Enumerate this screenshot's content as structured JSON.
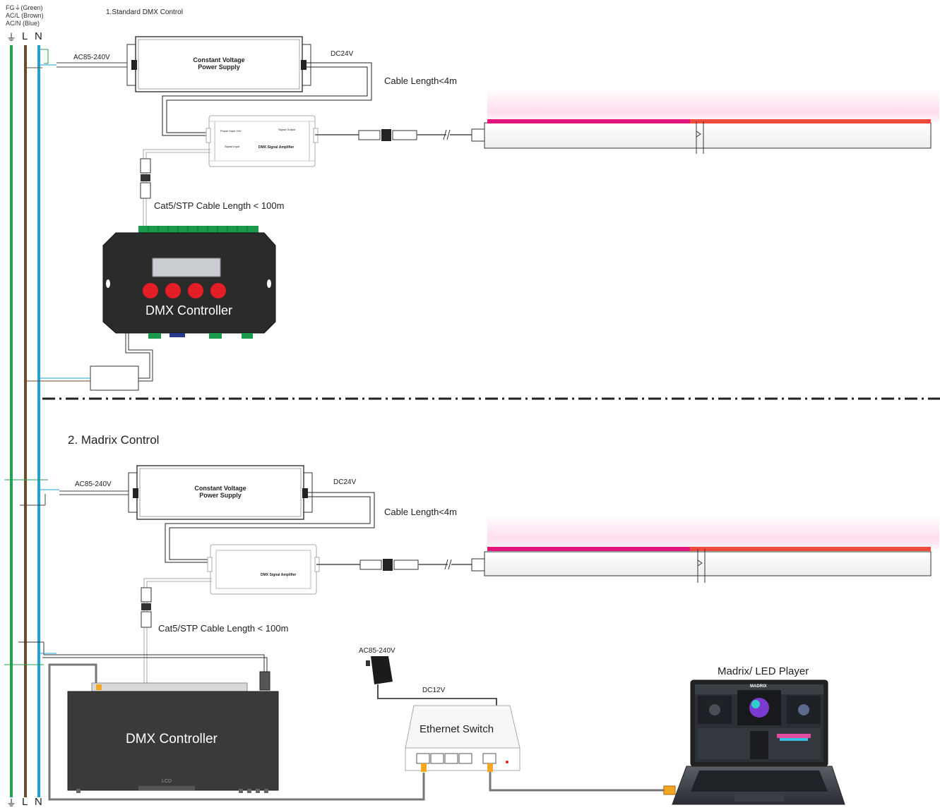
{
  "legend": {
    "fg": "FG⏚(Green)",
    "acl": "AC/L (Brown)",
    "acn": "AC/N (Blue)",
    "top_letters": [
      "⏚",
      "L",
      "N"
    ],
    "bottom_letters": [
      "⏚",
      "L",
      "N"
    ]
  },
  "section1": {
    "title": "1.Standard DMX Control",
    "ac_label": "AC85-240V",
    "dc_label": "DC24V",
    "psu_line1": "Constant Voltage",
    "psu_line2": "Power Supply",
    "cable_length": "Cable Length<4m",
    "amp_power_input": "Power Input 24V",
    "amp_signal_input": "Signal Input",
    "amp_signal_output": "Signal Output",
    "amp_title": "DMX Signal Amplifier",
    "cat5": "Cat5/STP Cable Length < 100m",
    "controller": "DMX Controller"
  },
  "section2": {
    "title": "2. Madrix Control",
    "ac_label": "AC85-240V",
    "dc_label": "DC24V",
    "psu_line1": "Constant Voltage",
    "psu_line2": "Power Supply",
    "cable_length": "Cable Length<4m",
    "amp_title": "DMX Signal Amplifier",
    "cat5": "Cat5/STP Cable Length < 100m",
    "controller": "DMX Controller",
    "lcd": "LCD",
    "adapter_ac": "AC85-240V",
    "adapter_dc": "DC12V",
    "switch": "Ethernet Switch",
    "player": "Madrix/ LED Player",
    "laptop_brand": "MADRIX"
  },
  "colors": {
    "ground": "#23a24d",
    "live": "#6b4a2e",
    "neutral": "#1ea0dc",
    "strip_magenta": "#e0147a",
    "strip_red": "#ef4a3c",
    "controller_body": "#2b2b2b",
    "button_red": "#e31e24"
  }
}
